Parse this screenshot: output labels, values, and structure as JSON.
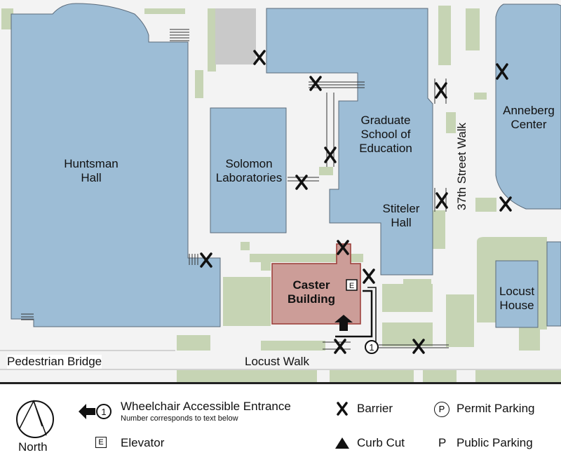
{
  "buildings": {
    "huntsman": "Huntsman Hall",
    "solomon": "Solomon Laboratories",
    "gse": "Graduate School of Education",
    "stiteler": "Stiteler Hall",
    "annenberg": "Anneberg Center",
    "locust_house": "Locust House",
    "caster": "Caster Building"
  },
  "streets": {
    "street_37": "37th Street Walk",
    "pedestrian_bridge": "Pedestrian Bridge",
    "locust_walk": "Locust Walk"
  },
  "markers": {
    "entrance_number": "1",
    "elevator": "E"
  },
  "colors": {
    "building": "#9dbdd6",
    "target": "#cc9d98",
    "grass": "#c6d4b4",
    "service": "#c9c9c9"
  },
  "legend": {
    "north": "North",
    "entrance_title": "Wheelchair Accessible Entrance",
    "entrance_sub": "Number corresponds to text below",
    "entrance_num": "1",
    "elevator_sym": "E",
    "elevator": "Elevator",
    "barrier": "Barrier",
    "curb_cut": "Curb Cut",
    "permit_sym": "P",
    "permit": "Permit Parking",
    "public_sym": "P",
    "public": "Public Parking"
  }
}
